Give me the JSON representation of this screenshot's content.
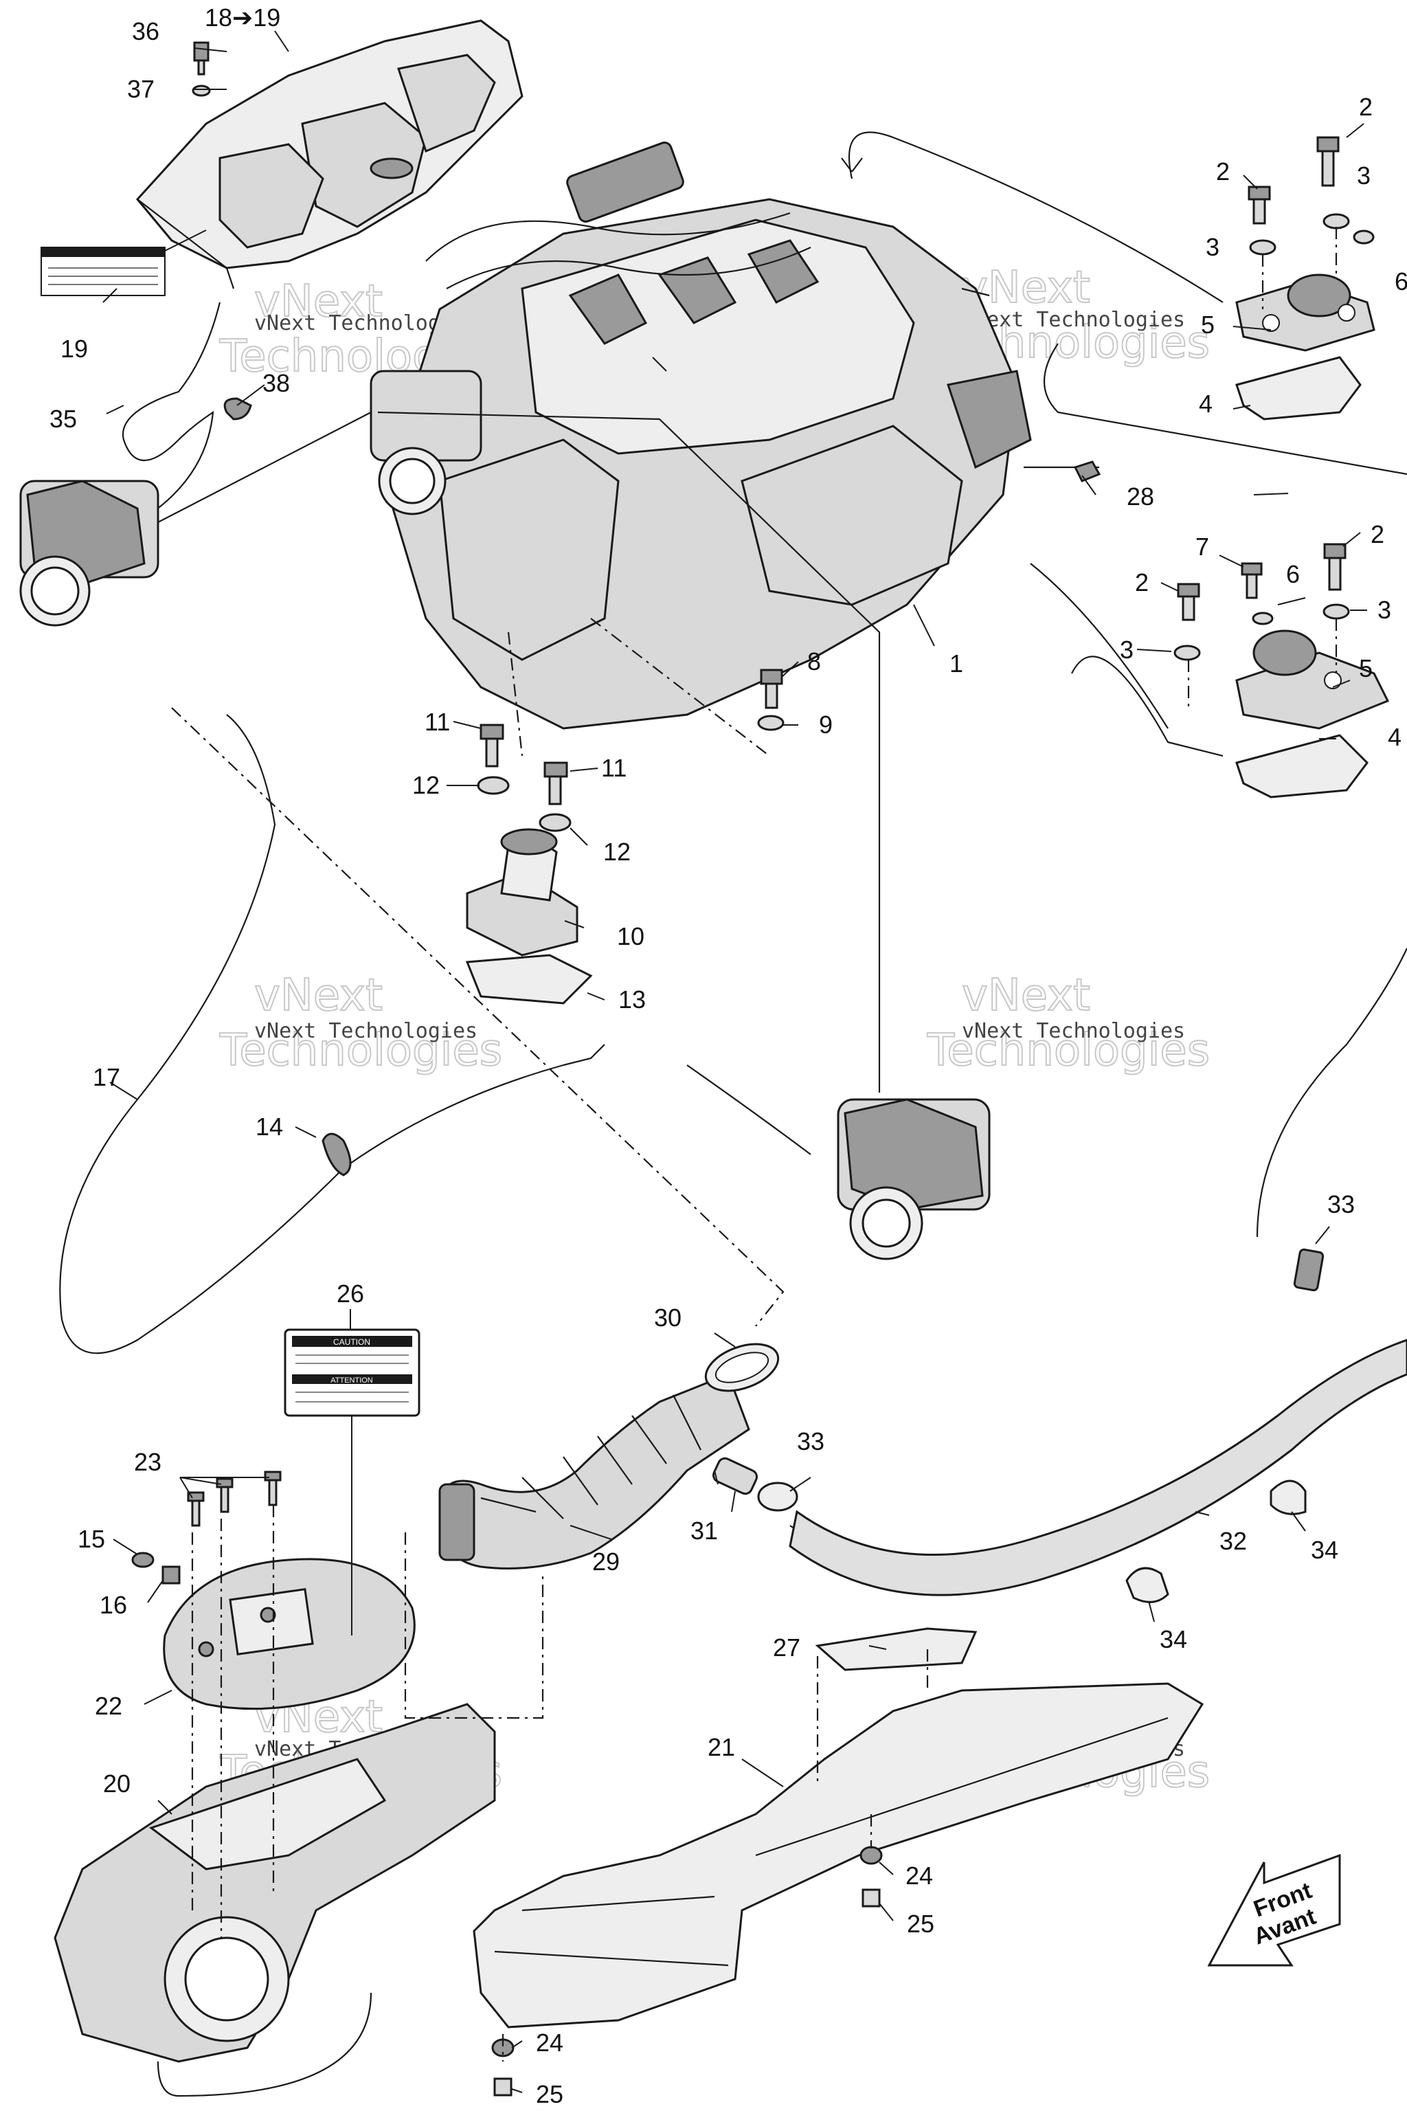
{
  "callouts": {
    "c1": "1",
    "c2a": "2",
    "c2b": "2",
    "c2c": "2",
    "c2d": "2",
    "c3a": "3",
    "c3b": "3",
    "c3c": "3",
    "c3d": "3",
    "c4a": "4",
    "c4b": "4",
    "c5a": "5",
    "c5b": "5",
    "c6a": "6",
    "c6b": "6",
    "c7": "7",
    "c8": "8",
    "c9": "9",
    "c10": "10",
    "c11a": "11",
    "c11b": "11",
    "c12a": "12",
    "c12b": "12",
    "c13": "13",
    "c14": "14",
    "c15": "15",
    "c16": "16",
    "c17": "17",
    "c1819": "18➔19",
    "c19": "19",
    "c20": "20",
    "c21": "21",
    "c22": "22",
    "c23": "23",
    "c24a": "24",
    "c24b": "24",
    "c25a": "25",
    "c25b": "25",
    "c26": "26",
    "c27": "27",
    "c28": "28",
    "c29": "29",
    "c30": "30",
    "c31": "31",
    "c32": "32",
    "c33a": "33",
    "c33b": "33",
    "c34a": "34",
    "c34b": "34",
    "c35": "35",
    "c36": "36",
    "c37": "37",
    "c38": "38"
  },
  "watermark": {
    "company": "vNext Technologies",
    "line1": "vNext",
    "line2": "Technologies"
  },
  "labels": {
    "caution": "CAUTION",
    "attention": "ATTENTION"
  },
  "front_arrow": {
    "line1": "Front",
    "line2": "Avant"
  },
  "colors": {
    "ink": "#1a1a1a",
    "part_fill": "#d9d9d9",
    "part_dark": "#9a9a9a"
  }
}
